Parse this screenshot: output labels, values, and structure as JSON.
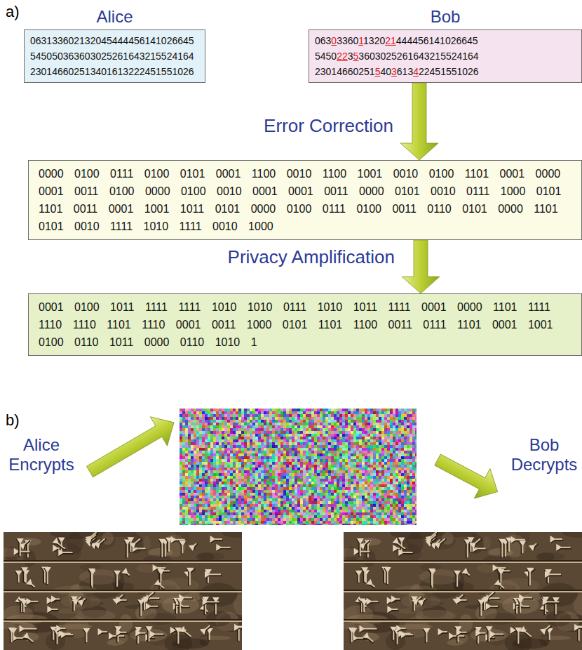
{
  "diagram": {
    "nodes": [
      {
        "text": [
          "Alice",
          "063133602132045444456141026645 545050363603025261643215524164 230146602513401613222451551026"
        ]
      },
      {
        "text": [
          "Bob",
          "063033601132021444456141026645 545022353603025261643215524164 230146602515403613422451551026"
        ]
      },
      {
        "text": [
          "0000 0100 0111 0100 0101 0001 1100 0010 1100 1001 0010 0100 1101 0001 0000 0001 0011 0100 0000 0100 0010 0001 0001 0011 0000 0101 0010 0111 1000 0101 1101 0011 0001 1001 1011 0101 0000 0100 0111 0100 0011 0110 0101 0000 1101 0101 0010 1111 1010 1111 0010 1000"
        ]
      },
      {
        "text": [
          "0001 0100 1011 1111 1111 1010 1010 0111 1010 1011 1111 0001 0000 1101 1111 1110 1110 1101 1110 0001 0011 1000 0101 1101 1100 0011 0111 1101 0001 1001 0100 0110 1011 0000 0110 1010 1"
        ]
      }
    ],
    "edges": [
      {
        "from": 1,
        "to": 2,
        "arrow": "to",
        "label": "Error Correction"
      },
      {
        "from": 2,
        "to": 3,
        "arrow": "to",
        "label": "Privacy Amplification"
      }
    ],
    "labels": [
      "a)",
      "b)",
      "Alice Encrypts",
      "Bob Decrypts"
    ]
  }
}
